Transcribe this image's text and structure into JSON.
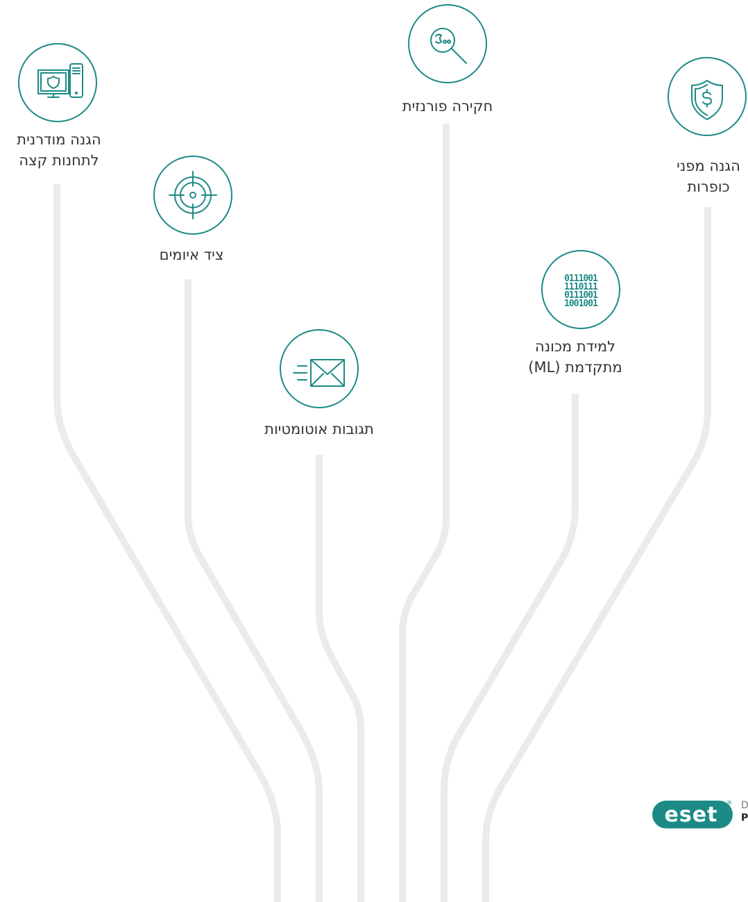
{
  "nodes": [
    {
      "id": "ransomware",
      "lines": [
        "הגנה מפני",
        "כופרות"
      ],
      "icon": "shield-dollar-icon"
    },
    {
      "id": "ml",
      "lines": [
        "למידת מכונה",
        "מתקדמת (ML)"
      ],
      "icon": "binary-code-icon"
    },
    {
      "id": "forensics",
      "lines": [
        "חקירה פורנזית"
      ],
      "icon": "magnifier-bug-icon"
    },
    {
      "id": "responses",
      "lines": [
        "תגובות אוטומטיות"
      ],
      "icon": "fast-mail-icon"
    },
    {
      "id": "hunting",
      "lines": [
        "ציד איומים"
      ],
      "icon": "crosshair-icon"
    },
    {
      "id": "endpoint",
      "lines": [
        "הגנה מודרנית",
        "לתחנות קצה"
      ],
      "icon": "devices-shield-icon"
    }
  ],
  "binary_text": [
    "0111001",
    "1110111",
    "0111001",
    "1001001"
  ],
  "logo": {
    "brand": "eset",
    "registered": "®",
    "tagline_1": "D",
    "tagline_2": "P"
  },
  "colors": {
    "accent": "#1c8a86",
    "line": "#ebebeb",
    "text": "#333333"
  }
}
